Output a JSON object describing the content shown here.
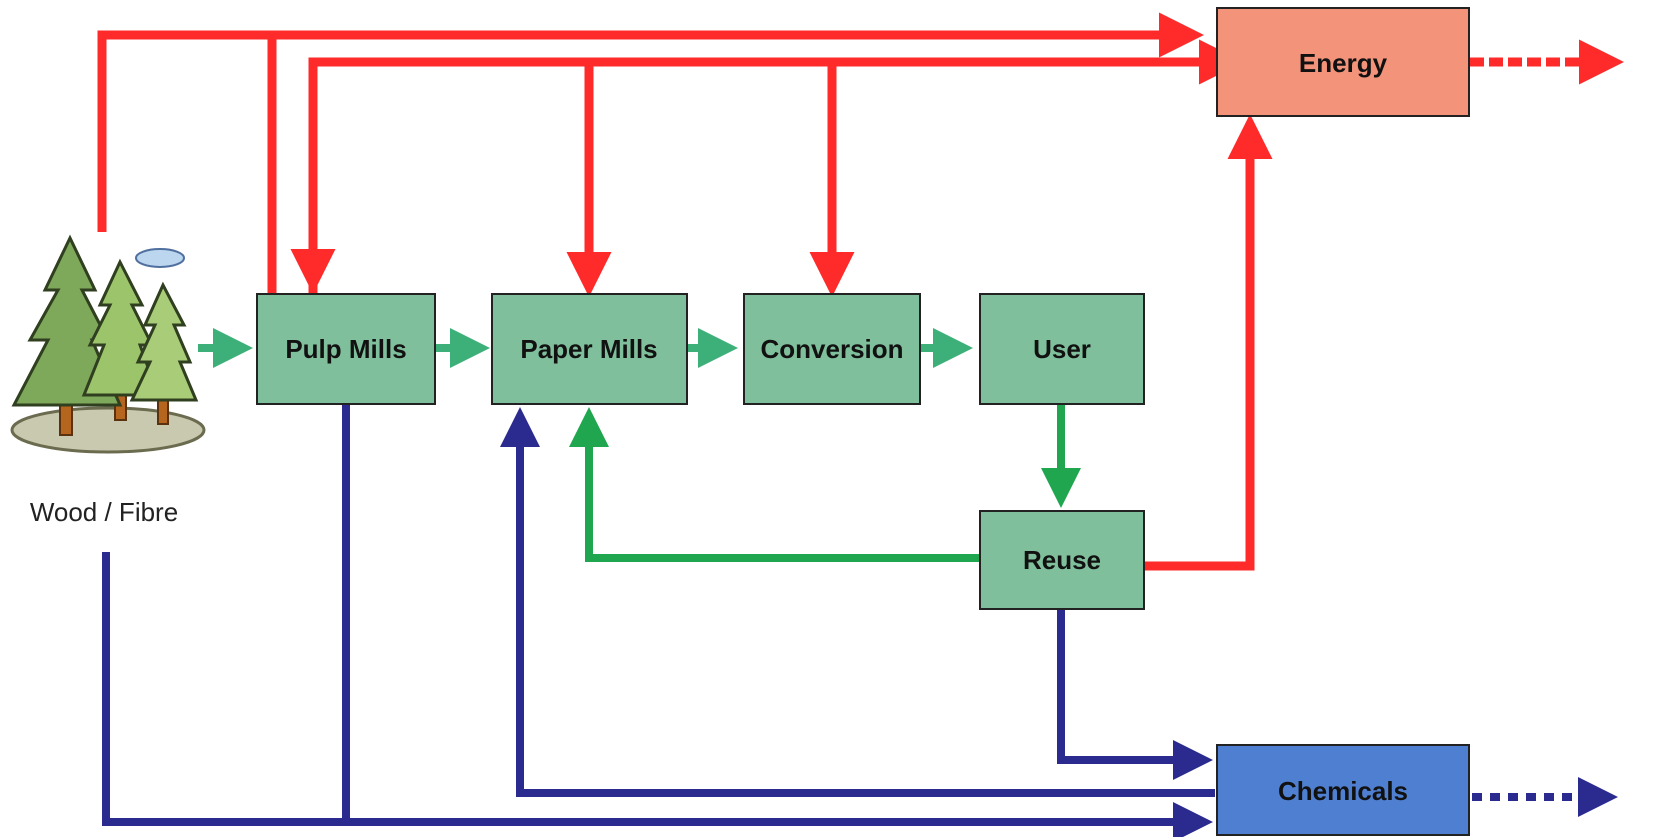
{
  "nodes": {
    "pulp_mills": "Pulp Mills",
    "paper_mills": "Paper Mills",
    "conversion": "Conversion",
    "user": "User",
    "reuse": "Reuse",
    "energy": "Energy",
    "chemicals": "Chemicals"
  },
  "source_label": "Wood / Fibre",
  "colors": {
    "process_fill": "#7fbf9b",
    "energy_fill": "#f2937a",
    "chemicals_fill": "#4f7fd0",
    "energy_flow": "#ff2a2a",
    "material_flow": "#3db07a",
    "reuse_flow": "#1fa64f",
    "chemical_flow": "#2a2a8f"
  },
  "icons": {
    "source": "pine-trees-icon"
  }
}
